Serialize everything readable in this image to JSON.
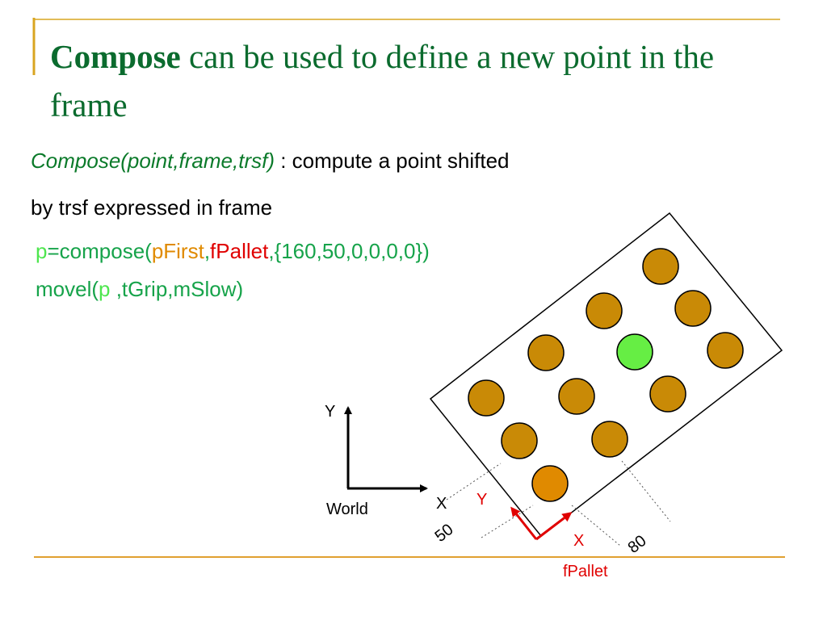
{
  "title": {
    "bold": "Compose",
    "rest": " can be used to define a new point in the frame"
  },
  "description": {
    "func": "Compose(point,frame,trsf)",
    "text1": " : compute a point shifted",
    "text2": "by trsf expressed in frame"
  },
  "code": {
    "line1": {
      "p": "p",
      "eq": "=compose(",
      "pFirst": "pFirst",
      "comma1": ",",
      "fPallet": "fPallet",
      "rest": ",{160,50,0,0,0,0})"
    },
    "line2": {
      "start": "movel(",
      "p": "p",
      "rest": " ,tGrip,mSlow)"
    }
  },
  "diagram": {
    "world": {
      "y_label": "Y",
      "x_label": "X",
      "label": "World"
    },
    "pallet": {
      "y_label": "Y",
      "x_label": "X",
      "label": "fPallet",
      "dim_x": "80",
      "dim_y": "50"
    }
  },
  "colors": {
    "title": "#0b6b2e",
    "hole": "#c98a06",
    "first": "#e08a00",
    "target": "#66ee44",
    "frame": "#e00000"
  }
}
